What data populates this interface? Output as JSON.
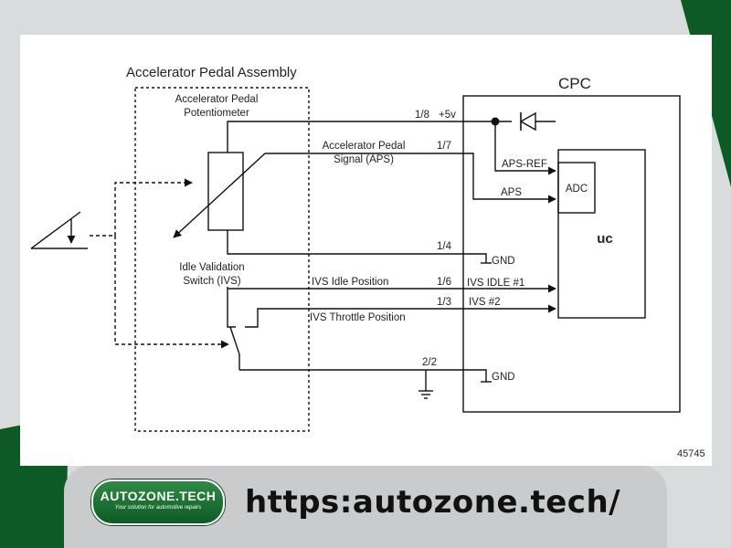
{
  "diagram": {
    "assembly_title": "Accelerator Pedal Assembly",
    "potentiometer_label": [
      "Accelerator Pedal",
      "Potentiometer"
    ],
    "signal_label": [
      "Accelerator Pedal",
      "Signal (APS)"
    ],
    "ivs_label": [
      "Idle Validation",
      "Switch (IVS)"
    ],
    "ivs_idle_label": "IVS Idle Position",
    "ivs_throttle_label": "IVS Throttle Position",
    "controller_title": "CPC",
    "adc_label": "ADC",
    "uc_label": "uc",
    "aps_ref_label": "APS-REF",
    "aps_label": "APS",
    "gnd_label": "GND",
    "gnd2_label": "GND",
    "ivs_idle_1": "IVS IDLE #1",
    "ivs_2": "IVS #2",
    "pin_1_8": "1/8",
    "plus5v": "+5v",
    "pin_1_7": "1/7",
    "pin_1_4": "1/4",
    "pin_1_6": "1/6",
    "pin_1_3": "1/3",
    "pin_2_2": "2/2",
    "figure_number": "45745"
  },
  "branding": {
    "logo_name": "AUTOZONE.TECH",
    "logo_tagline": "Your solution for automotive repairs",
    "url": "https:autozone.tech/"
  },
  "colors": {
    "page_background": "#d9dcdc",
    "accent_green": "#0d5a24",
    "footer_bar": "#c9cbcc"
  }
}
